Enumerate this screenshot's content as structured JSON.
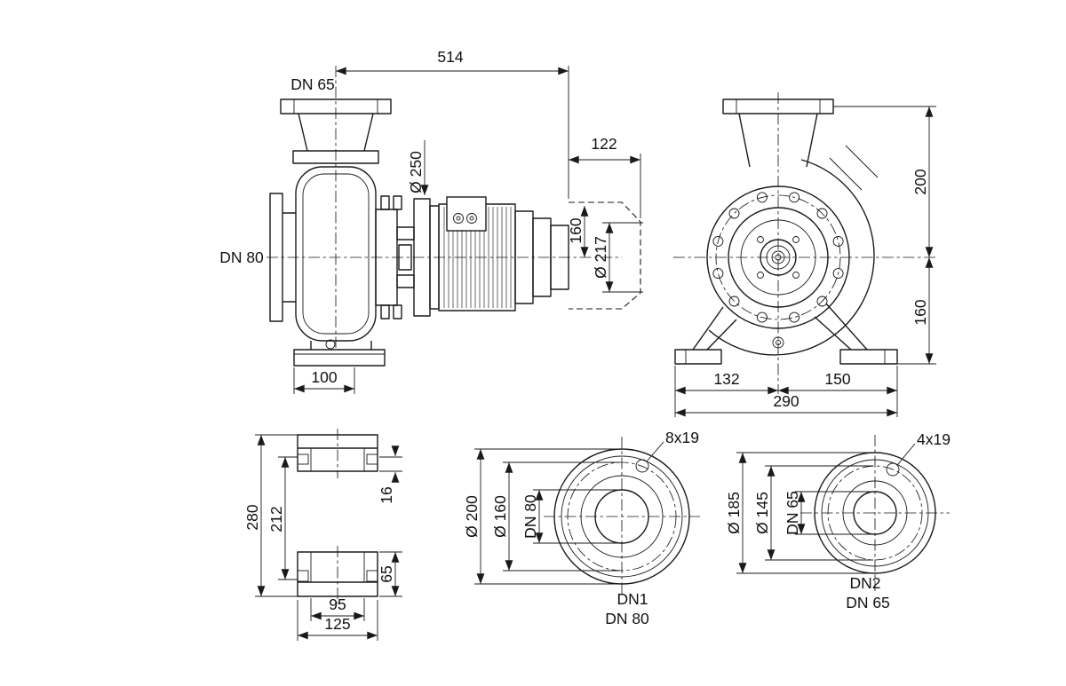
{
  "drawing": {
    "side_view": {
      "dim_overall_length": "514",
      "discharge_label": "DN 65",
      "suction_label": "DN 80",
      "dim_motor_flange_diameter": "Ø 250",
      "dim_motor_overhang": "122",
      "dim_motor_top_height": "160",
      "dim_motor_diameter": "Ø 217",
      "dim_foot_offset": "100"
    },
    "front_view": {
      "dim_flange_to_center": "200",
      "dim_center_to_base": "160",
      "dim_foot_left": "132",
      "dim_foot_right": "150",
      "dim_base_width": "290"
    },
    "foot_detail": {
      "dim_total_height": "280",
      "dim_inner_height": "212",
      "dim_plate_thickness": "16",
      "dim_foot_height": "65",
      "dim_slot_spacing": "95",
      "dim_foot_width": "125"
    },
    "flange_dn1": {
      "bolt_note": "8x19",
      "dim_outer_diameter": "Ø 200",
      "dim_bolt_circle": "Ø 160",
      "dim_bore": "DN 80",
      "port_label": "DN1",
      "size_label": "DN 80"
    },
    "flange_dn2": {
      "bolt_note": "4x19",
      "dim_outer_diameter": "Ø 185",
      "dim_bolt_circle": "Ø 145",
      "dim_bore": "DN 65",
      "port_label": "DN2",
      "size_label": "DN 65"
    }
  },
  "colors": {
    "line": "#1a1a1a",
    "background": "#ffffff"
  }
}
